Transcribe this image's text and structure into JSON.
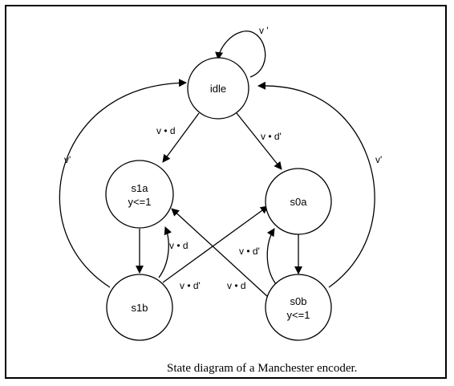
{
  "states": {
    "idle": [
      "idle"
    ],
    "s1a": [
      "s1a",
      "y<=1"
    ],
    "s0a": [
      "s0a"
    ],
    "s1b": [
      "s1b"
    ],
    "s0b": [
      "s0b",
      "y<=1"
    ]
  },
  "transitions": {
    "idle_self": "v '",
    "idle_to_s1a": "v • d",
    "idle_to_s0a": "v • d'",
    "s1b_to_idle": "v'",
    "s0b_to_idle": "v'",
    "s1b_to_s1a": "v • d",
    "s1b_to_s0a": "v • d'",
    "s0b_to_s0a": "v • d'",
    "s0b_to_s1a": "v • d"
  },
  "caption": "State diagram of a Manchester encoder."
}
